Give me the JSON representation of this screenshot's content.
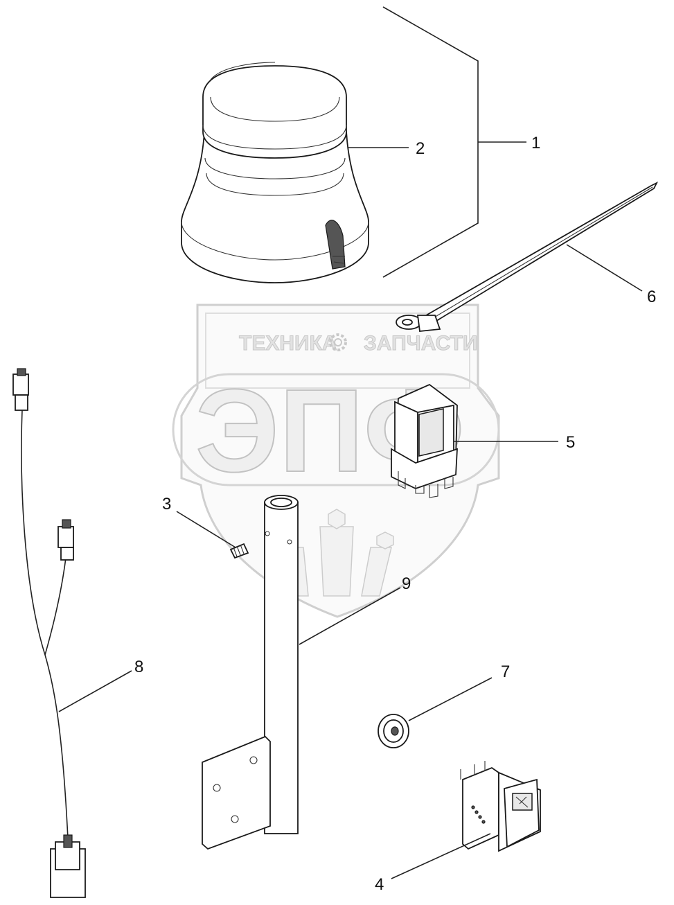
{
  "watermark": {
    "line1_left": "ТЕХНИКА",
    "line1_right": "ЗАПЧАСТИ",
    "big_letters": "ЭПФ",
    "gear_icon": "gear-icon"
  },
  "callouts": [
    {
      "id": "1",
      "label": "1"
    },
    {
      "id": "2",
      "label": "2"
    },
    {
      "id": "3",
      "label": "3"
    },
    {
      "id": "4",
      "label": "4"
    },
    {
      "id": "5",
      "label": "5"
    },
    {
      "id": "6",
      "label": "6"
    },
    {
      "id": "7",
      "label": "7"
    },
    {
      "id": "8",
      "label": "8"
    },
    {
      "id": "9",
      "label": "9"
    }
  ]
}
